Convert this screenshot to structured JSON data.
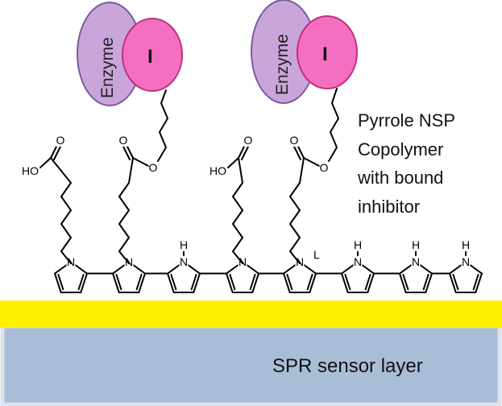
{
  "diagram": {
    "enzyme_label": "Enzyme",
    "inhibitor_label": "I",
    "annotation_lines": [
      "Pyrrole NSP",
      "Copolymer",
      "with bound",
      "inhibitor"
    ],
    "sensor_label": "SPR sensor layer",
    "atoms": {
      "nitrogen": "N",
      "nh_hydrogen": "H",
      "hydroxyl": "HO",
      "oxygen": "O",
      "linker": "L"
    }
  },
  "colors": {
    "gold_layer": "#FFF200",
    "sensor_fill": "#A9BDD6",
    "sensor_border": "#DCE3EC",
    "enzyme_fill": "#C9A5DA",
    "enzyme_stroke": "#7A5AA0",
    "inhibitor_fill": "#F46FC0",
    "inhibitor_stroke": "#C0307A"
  }
}
